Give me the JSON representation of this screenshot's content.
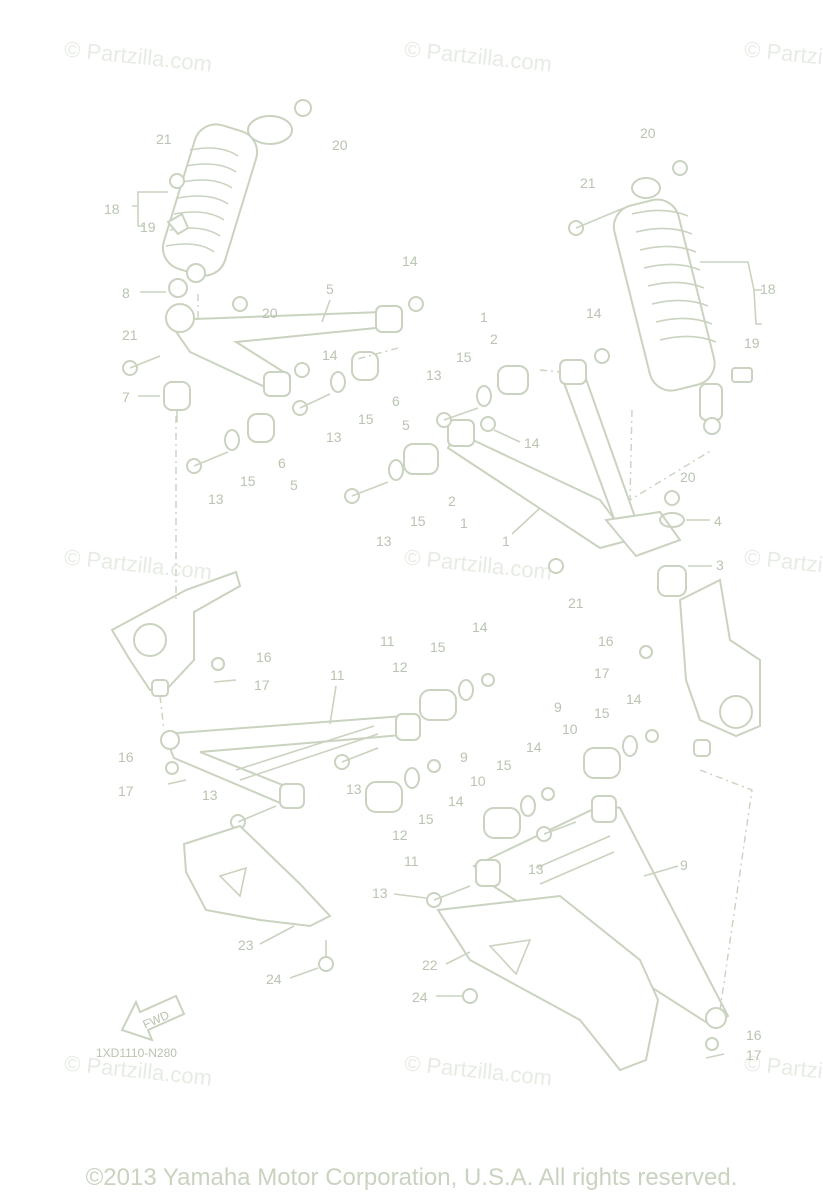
{
  "watermark": "© Partzilla.com",
  "diagram_code": "1XD1110-N280",
  "copyright": "©2013 Yamaha Motor Corporation, U.S.A. All rights reserved.",
  "fwd_label": "FWD",
  "callouts": [
    "1",
    "2",
    "3",
    "4",
    "5",
    "6",
    "7",
    "8",
    "9",
    "10",
    "11",
    "12",
    "13",
    "14",
    "15",
    "16",
    "17",
    "18",
    "19",
    "20",
    "21",
    "22",
    "23",
    "24"
  ]
}
